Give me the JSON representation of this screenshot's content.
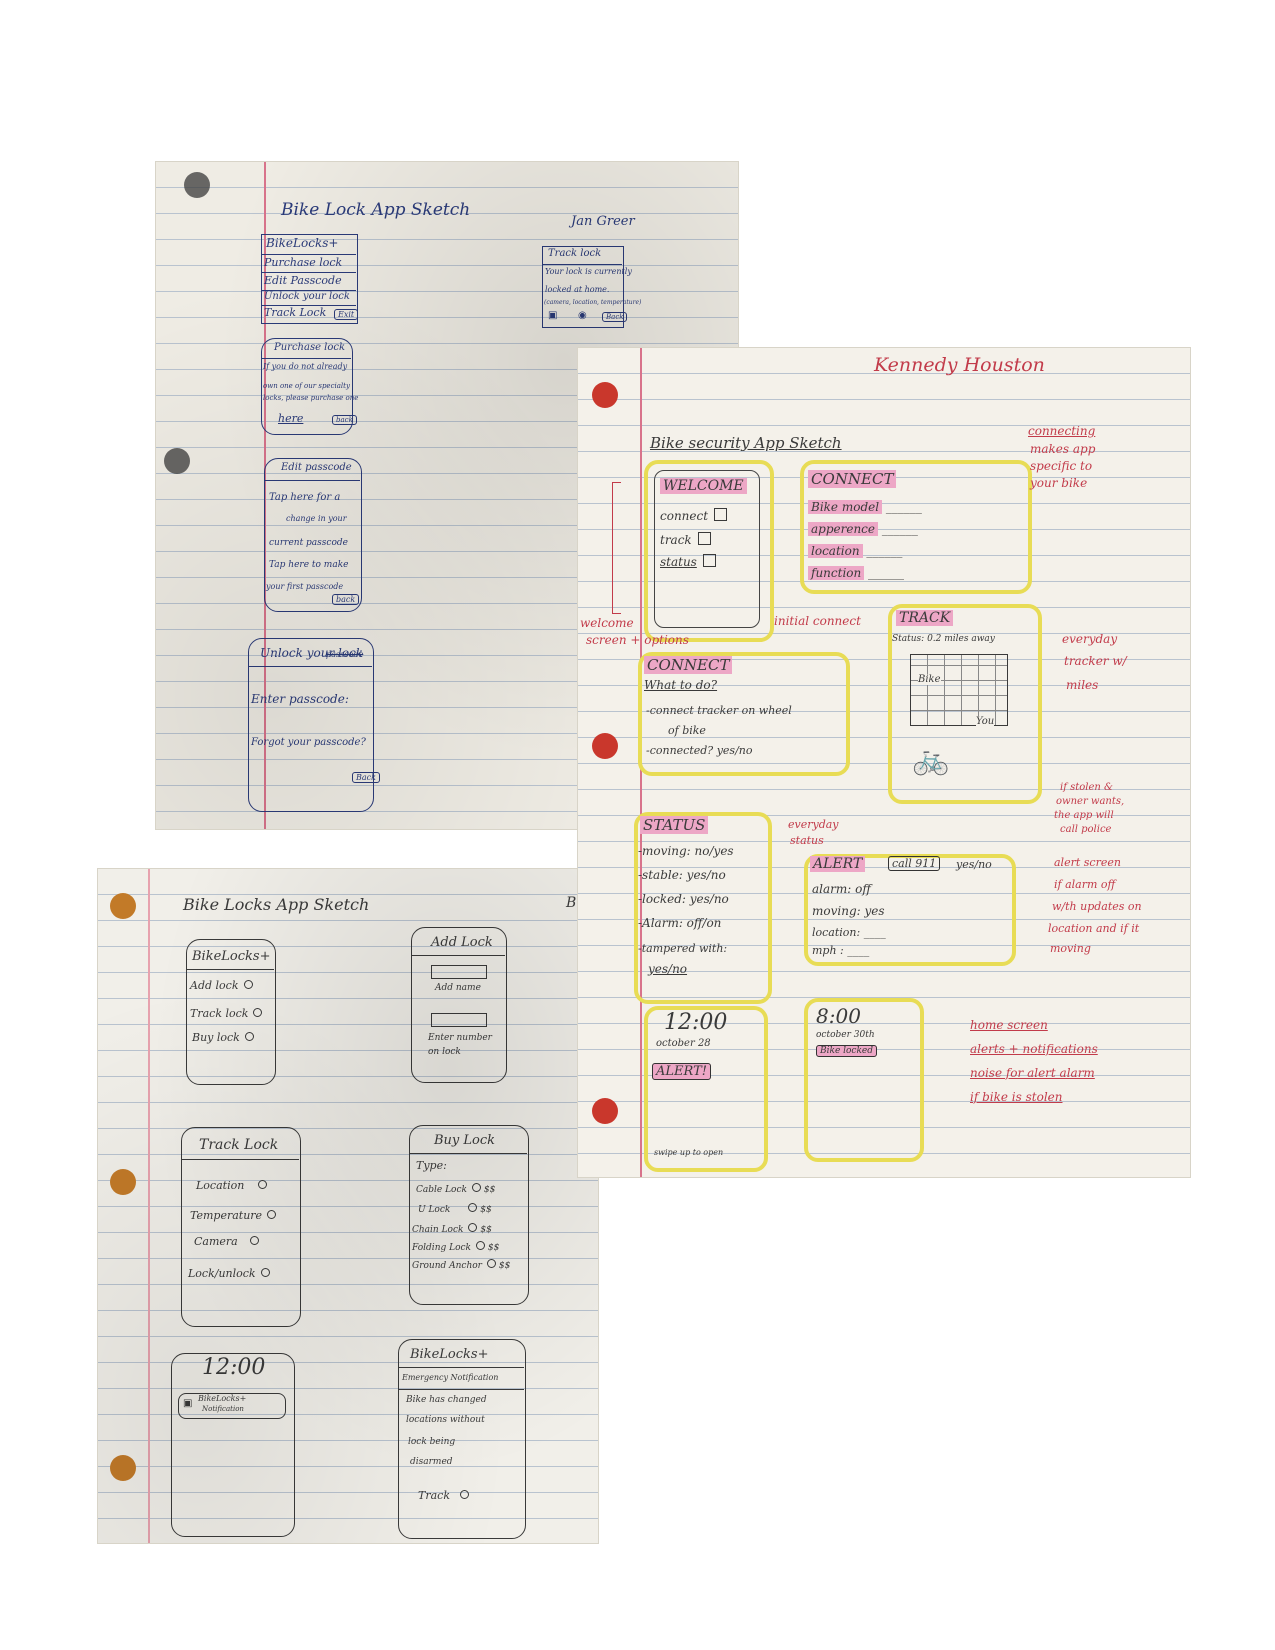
{
  "sheet1": {
    "title": "Bike Lock App Sketch",
    "author": "Jan Greer",
    "menu": {
      "items": [
        "BikeLocks+",
        "Purchase lock",
        "Edit Passcode",
        "Unlock your lock",
        "Track Lock"
      ],
      "exit": "Exit"
    },
    "track_lock": {
      "title": "Track lock",
      "lines": [
        "Your lock is currently",
        "locked at home."
      ],
      "sub": "(camera, location, temperature)",
      "back": "Back"
    },
    "purchase": {
      "title": "Purchase lock",
      "lines": [
        "If you do not already",
        "own one of our specialty",
        "locks, please purchase one"
      ],
      "link": "here",
      "back": "back"
    },
    "edit": {
      "title": "Edit passcode",
      "lines": [
        "Tap here for a",
        "change in your",
        "current passcode",
        "Tap here to make",
        "your first passcode"
      ],
      "back": "back"
    },
    "unlock": {
      "title": "Unlock your lock",
      "struck": "passcode",
      "fields": [
        "Enter passcode:",
        "Forgot your passcode?"
      ],
      "back": "Back"
    }
  },
  "sheet2": {
    "author": "Kennedy Houston",
    "title": "Bike security App Sketch",
    "welcome": {
      "title": "WELCOME",
      "items": [
        "connect",
        "track",
        "status"
      ]
    },
    "welcome_note": [
      "welcome",
      "screen + options"
    ],
    "connect1": {
      "title": "CONNECT",
      "fields": [
        "Bike model",
        "apperence",
        "location",
        "function"
      ]
    },
    "connecting_note": [
      "connecting",
      "makes app",
      "specific to",
      "your bike"
    ],
    "initial_note": "initial connect",
    "connect2": {
      "title": "CONNECT",
      "question": "What to do?",
      "lines": [
        "-connect tracker on wheel",
        "of bike",
        "-connected? yes/no"
      ]
    },
    "track": {
      "title": "TRACK",
      "status": "Status: 0.2 miles away",
      "bike": "Bike",
      "you": "You"
    },
    "track_note": [
      "everyday",
      "tracker w/",
      "miles"
    ],
    "stolen_note": [
      "if stolen &",
      "owner wants,",
      "the app will",
      "call police"
    ],
    "status": {
      "title": "STATUS",
      "lines": [
        "-moving: no/yes",
        "-stable: yes/no",
        "-locked: yes/no",
        "-Alarm: off/on",
        "-tampered with:",
        "yes/no"
      ]
    },
    "status_note": [
      "everyday",
      "status"
    ],
    "alert": {
      "title": "ALERT",
      "call": "call 911",
      "yesno": "yes/no",
      "lines": [
        "alarm: off",
        "moving: yes",
        "location: ____",
        "mph : ____"
      ]
    },
    "alert_note": [
      "alert screen",
      "if alarm off",
      "w/th updates on",
      "location and if it",
      "moving"
    ],
    "home1": {
      "time": "12:00",
      "date": "october 28",
      "alert": "ALERT!",
      "swipe": "swipe up to open"
    },
    "home2": {
      "time": "8:00",
      "date": "october 30th",
      "badge": "Bike locked"
    },
    "home_note": [
      "home screen",
      "alerts + notifications",
      "noise for alert alarm",
      "if bike is stolen"
    ]
  },
  "sheet3": {
    "title": "Bike Locks App Sketch",
    "author": "Brax",
    "main": {
      "title": "BikeLocks+",
      "items": [
        "Add lock",
        "Track lock",
        "Buy lock"
      ]
    },
    "add": {
      "title": "Add Lock",
      "f1": "Add name",
      "f2": [
        "Enter number",
        "on lock"
      ]
    },
    "track": {
      "title": "Track Lock",
      "items": [
        "Location",
        "Temperature",
        "Camera",
        "Lock/unlock"
      ]
    },
    "buy": {
      "title": "Buy Lock",
      "type": "Type:",
      "items": [
        "Cable Lock",
        "U Lock",
        "Chain Lock",
        "Folding Lock",
        "Ground Anchor"
      ],
      "price": "$$"
    },
    "lockscreen": {
      "time": "12:00",
      "notif": [
        "BikeLocks+",
        "Notification"
      ]
    },
    "emergency": {
      "title": "BikeLocks+",
      "heading": "Emergency Notification",
      "lines": [
        "Bike has changed",
        "locations without",
        "lock being",
        "disarmed"
      ],
      "track": "Track"
    }
  }
}
